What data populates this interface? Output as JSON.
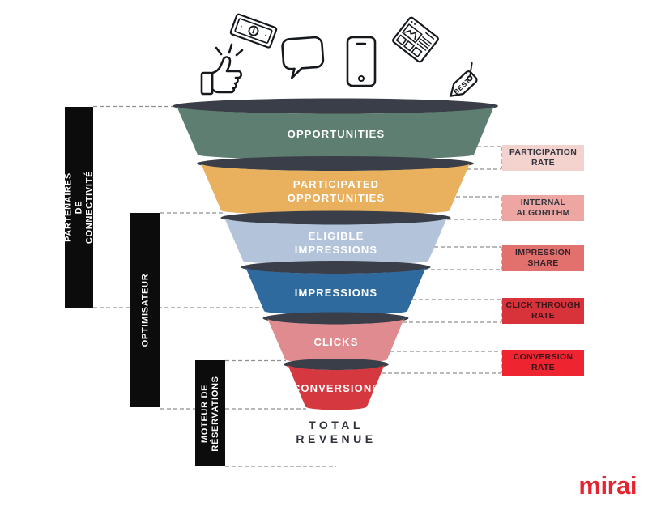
{
  "funnel": {
    "stages": [
      {
        "label": "OPPORTUNITIES",
        "color": "#5d7e71"
      },
      {
        "label": "PARTICIPATED\nOPPORTUNITIES",
        "color": "#e9b15e"
      },
      {
        "label": "ELIGIBLE\nIMPRESSIONS",
        "color": "#b3c4da"
      },
      {
        "label": "IMPRESSIONS",
        "color": "#2f6a9e"
      },
      {
        "label": "CLICKS",
        "color": "#df8b90"
      },
      {
        "label": "CONVERSIONS",
        "color": "#d5383f"
      }
    ],
    "footer": "TOTAL\nREVENUE"
  },
  "left_groups": [
    {
      "label": "PARTENAIRES DE\nCONNECTIVITÉ"
    },
    {
      "label": "OPTIMISATEUR"
    },
    {
      "label": "MOTEUR DE\nRÉSERVATIONS"
    }
  ],
  "rates": [
    {
      "label": "PARTICIPATION\nRATE",
      "bg": "#f4d3cf",
      "text": "#33363e"
    },
    {
      "label": "INTERNAL\nALGORITHM",
      "bg": "#eda6a2",
      "text": "#33363e"
    },
    {
      "label": "IMPRESSION\nSHARE",
      "bg": "#e2716e",
      "text": "#342329"
    },
    {
      "label": "CLICK THROUGH\nRATE",
      "bg": "#d8333a",
      "text": "#3a1519"
    },
    {
      "label": "CONVERSION\nRATE",
      "bg": "#ee2431",
      "text": "#3a1519"
    }
  ],
  "icons": [
    "thumbs-up",
    "money-bill",
    "speech-bubble",
    "smartphone",
    "browser-window",
    "best-price-tag"
  ],
  "tag_text": "BEST",
  "logo": "mirai",
  "colors": {
    "funnel_top": "#3a3e48",
    "dash": "#8f8f8f",
    "icon_stroke": "#15181d",
    "logo_red": "#e52430"
  }
}
